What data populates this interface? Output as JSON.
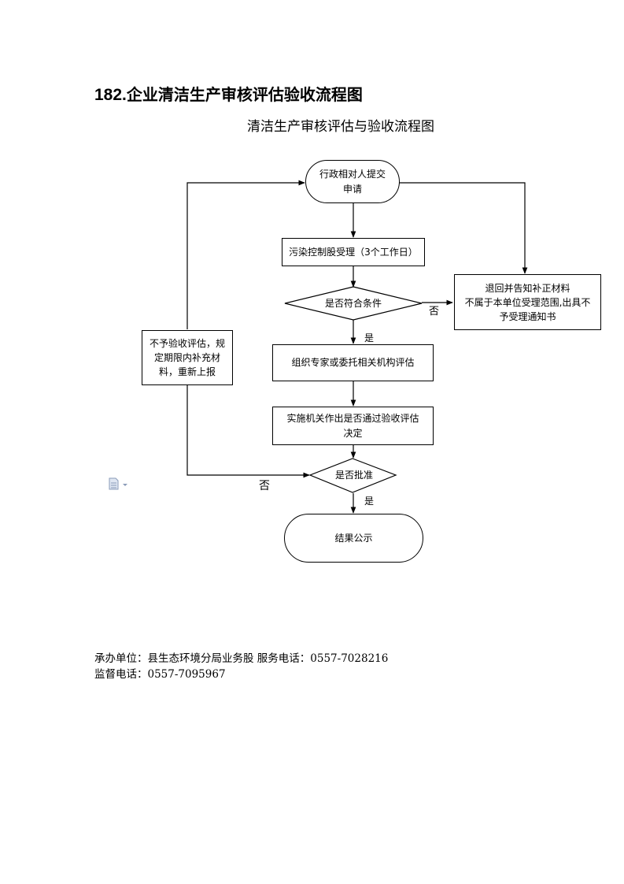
{
  "page": {
    "number": "182.",
    "title": "企业清洁生产审核评估验收流程图",
    "flow_title": "清洁生产审核评估与验收流程图"
  },
  "flowchart": {
    "start": [
      "行政相对人提交",
      "申请"
    ],
    "accept": "污染控制股受理（3个工作日）",
    "decision_conditions": "是否符合条件",
    "reject_box": [
      "退回并告知补正材料",
      "不属于本单位受理范围,出具不",
      "予受理通知书"
    ],
    "supplement_box": [
      "不予验收评估，规",
      "定期限内补充材",
      "料，重新上报"
    ],
    "evaluate": "组织专家或委托相关机构评估",
    "decide": [
      "实施机关作出是否通过验收评估",
      "决定"
    ],
    "decision_approve": "是否批准",
    "publish": "结果公示",
    "label_yes_1": "是",
    "label_no_1": "否",
    "label_yes_2": "是",
    "label_no_2": "否"
  },
  "footer": {
    "line1": "承办单位：县生态环境分局业务股  服务电话：0557-7028216",
    "line2": "监督电话：0557-7095967"
  },
  "icons": {
    "doc_icon": "document-dropdown-icon"
  }
}
